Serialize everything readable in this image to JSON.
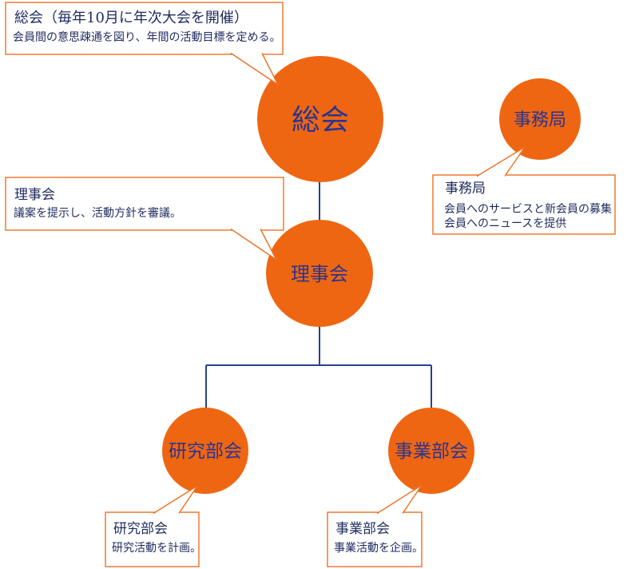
{
  "diagram": {
    "nodes": {
      "soukai": {
        "label": "総会"
      },
      "jimukyoku": {
        "label": "事務局"
      },
      "rijikai": {
        "label": "理事会"
      },
      "kenkyubukai": {
        "label": "研究部会"
      },
      "jigyobukai": {
        "label": "事業部会"
      }
    },
    "callouts": {
      "soukai": {
        "title": "総会（毎年10月に年次大会を開催）",
        "body": "会員間の意思疎通を図り、年間の活動目標を定める。"
      },
      "rijikai": {
        "title": "理事会",
        "body": "議案を提示し、活動方針を審議。"
      },
      "jimukyoku": {
        "title": "事務局",
        "body_line1": "会員へのサービスと新会員の募集",
        "body_line2": "会員へのニュースを提供"
      },
      "kenkyubukai": {
        "title": "研究部会",
        "body": "研究活動を計画。"
      },
      "jigyobukai": {
        "title": "事業部会",
        "body": "事業活動を企画。"
      }
    },
    "colors": {
      "circle_orange": "#ef6612",
      "border_orange": "#ef7023",
      "connector_navy": "#27418f",
      "box_text_navy": "#1f2b5e",
      "node_text_blue": "#2a3590"
    }
  }
}
